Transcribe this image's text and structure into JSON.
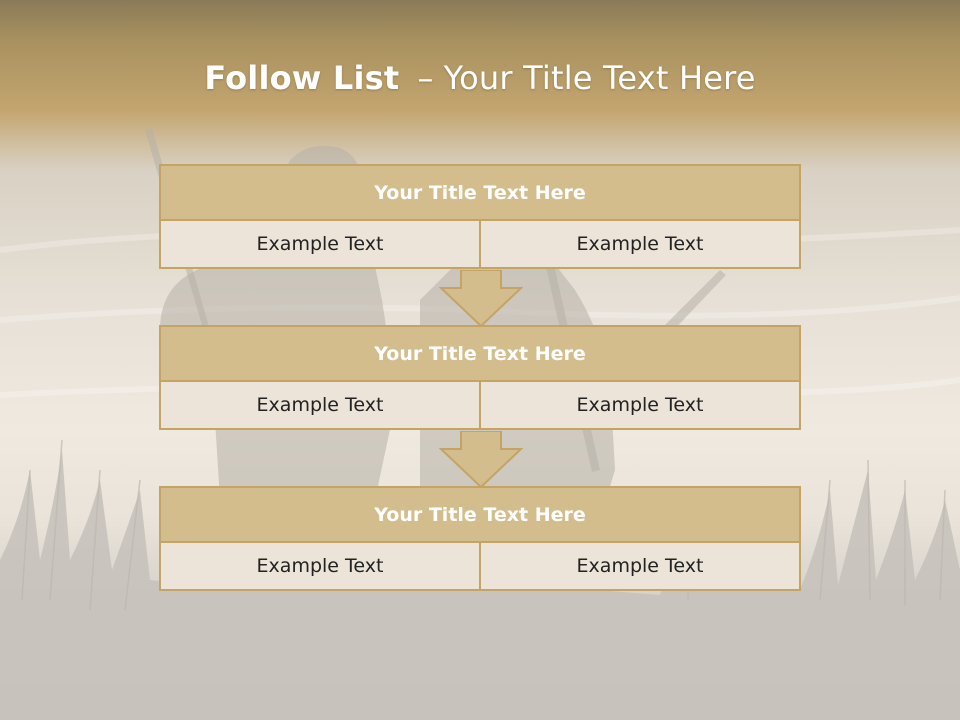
{
  "slide": {
    "title_strong": "Follow List",
    "title_sep": "–",
    "title_rest": "Your Title Text Here",
    "accent_color": "#d4bd8c",
    "border_color": "#c4a466",
    "cell_color": "#ece4d8"
  },
  "blocks": [
    {
      "title": "Your Title Text Here",
      "left": "Example Text",
      "right": "Example Text"
    },
    {
      "title": "Your Title Text Here",
      "left": "Example Text",
      "right": "Example Text"
    },
    {
      "title": "Your Title Text Here",
      "left": "Example Text",
      "right": "Example Text"
    }
  ],
  "arrows": [
    "down-arrow-icon",
    "down-arrow-icon"
  ]
}
